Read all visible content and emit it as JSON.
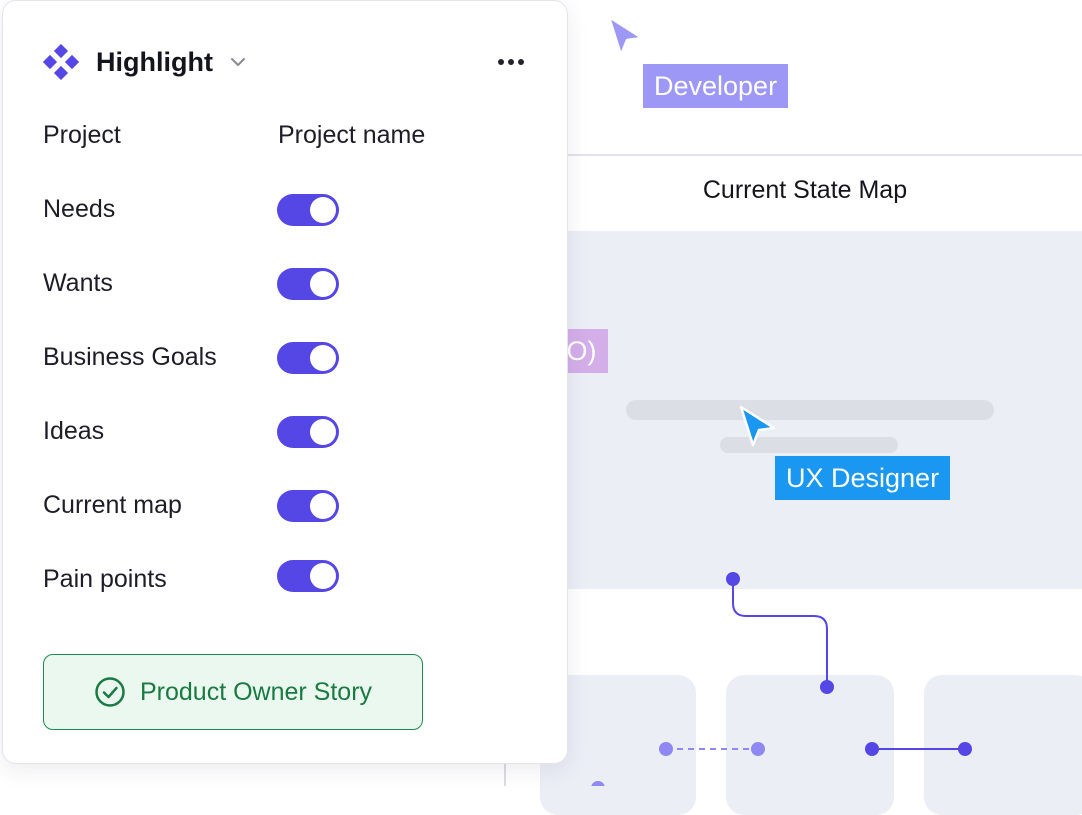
{
  "panel": {
    "title": "Highlight",
    "header": {
      "col1": "Project",
      "col2": "Project name"
    },
    "rows": [
      {
        "label": "Needs",
        "enabled": true
      },
      {
        "label": "Wants",
        "enabled": true
      },
      {
        "label": "Business Goals",
        "enabled": true
      },
      {
        "label": "Ideas",
        "enabled": true
      },
      {
        "label": "Current map",
        "enabled": true
      },
      {
        "label": "Pain points",
        "enabled": true
      }
    ],
    "action_button": "Product Owner Story",
    "icons": {
      "logo": "diamond-grid-logo-icon",
      "chevron": "chevron-down-icon",
      "more": "more-horizontal-icon",
      "check": "check-circle-icon"
    }
  },
  "board": {
    "title": "Current State Map"
  },
  "cursors": [
    {
      "name": "Developer",
      "color": "#9d97f6"
    },
    {
      "name": "Client (PO)",
      "color": "#d4aee9"
    },
    {
      "name": "UX Designer",
      "color": "#1a97f0"
    }
  ],
  "colors": {
    "accent": "#5447e6",
    "success": "#1a7a42",
    "success_bg": "#eaf8ef",
    "map_bg": "#eceef6"
  }
}
